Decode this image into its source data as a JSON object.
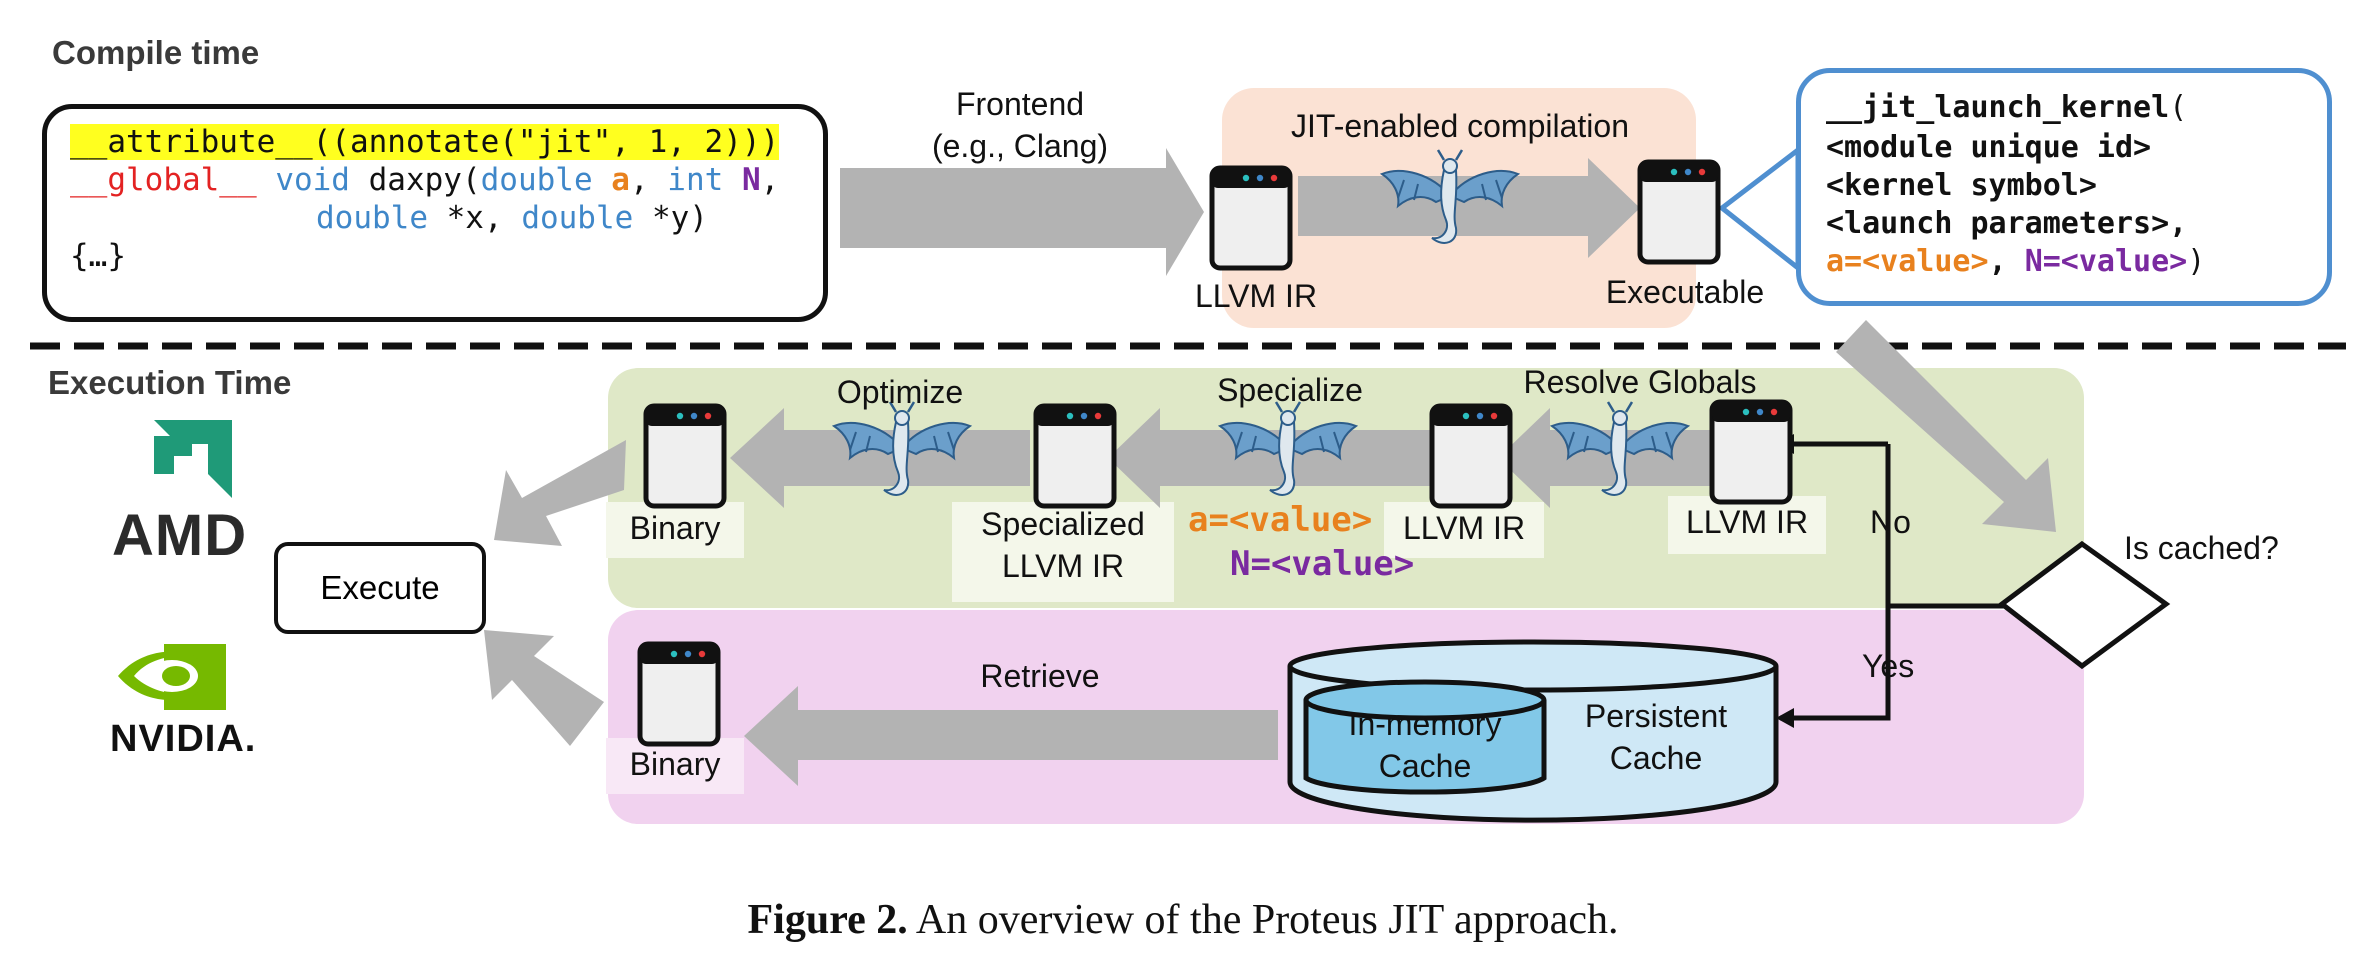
{
  "headings": {
    "compile_time": "Compile time",
    "execution_time": "Execution Time"
  },
  "code": {
    "line1": "__attribute__((annotate(\"jit\", 1, 2)))",
    "line2_global": "__global__",
    "line2_void": "void",
    "line2_name": "daxpy(",
    "line2_double": "double",
    "line2_a": "a",
    "line2_comma": ", ",
    "line2_int": "int",
    "line2_N": "N",
    "line2_end": ",",
    "line3_double1": "double",
    "line3_x": " *x, ",
    "line3_double2": "double",
    "line3_y": " *y)",
    "line4": "{…}"
  },
  "frontend": {
    "line1": "Frontend",
    "line2": "(e.g., Clang)"
  },
  "jit_compilation": {
    "title": "JIT-enabled compilation",
    "llvm_ir": "LLVM IR",
    "executable": "Executable"
  },
  "launch": {
    "line1_fn": "__jit_launch_kernel",
    "line1_paren": "(",
    "line2": "<module unique id>",
    "line3": "<kernel symbol>",
    "line4": "<launch parameters>,",
    "line5_a": "a=<value>",
    "line5_sep": ", ",
    "line5_n": "N=<value>",
    "line5_end": ")"
  },
  "runtime": {
    "optimize": "Optimize",
    "specialize": "Specialize",
    "resolve_globals": "Resolve Globals",
    "binary": "Binary",
    "specialized_ir_1": "Specialized",
    "specialized_ir_2": "LLVM IR",
    "a_value": "a=<value>",
    "n_value": "N=<value>",
    "llvm_ir_1": "LLVM IR",
    "llvm_ir_2": "LLVM IR",
    "no": "No",
    "yes": "Yes",
    "is_cached": "Is cached?",
    "retrieve": "Retrieve",
    "binary_cached": "Binary",
    "in_memory_1": "In-memory",
    "in_memory_2": "Cache",
    "persistent_1": "Persistent",
    "persistent_2": "Cache",
    "execute": "Execute"
  },
  "vendors": {
    "amd": "AMD",
    "nvidia": "NVIDIA."
  },
  "caption": {
    "label": "Figure 2.",
    "text": " An overview of the Proteus JIT approach."
  },
  "colors": {
    "jit_region": "#fbe2d4",
    "runtime_green": "#dfe8c7",
    "runtime_pink": "#f1d2ef",
    "arrow_gray": "#b3b3b3",
    "code_red": "#e32222",
    "code_blue": "#3f87c9",
    "code_orange": "#e8811e",
    "code_purple": "#7a2aa0",
    "highlight": "#ffff1f",
    "launch_border": "#4f8fd0",
    "cache_light": "#cfe8f6",
    "cache_inner": "#82c8e8",
    "amd_green": "#1f9a78",
    "nvidia_green": "#76b900"
  },
  "icons": {
    "window": "window-icon",
    "dragon": "llvm-dragon-icon",
    "amd_logo": "amd-logo-icon",
    "nvidia_logo": "nvidia-eye-icon",
    "cache": "cylinder-icon",
    "decision": "diamond-icon"
  }
}
